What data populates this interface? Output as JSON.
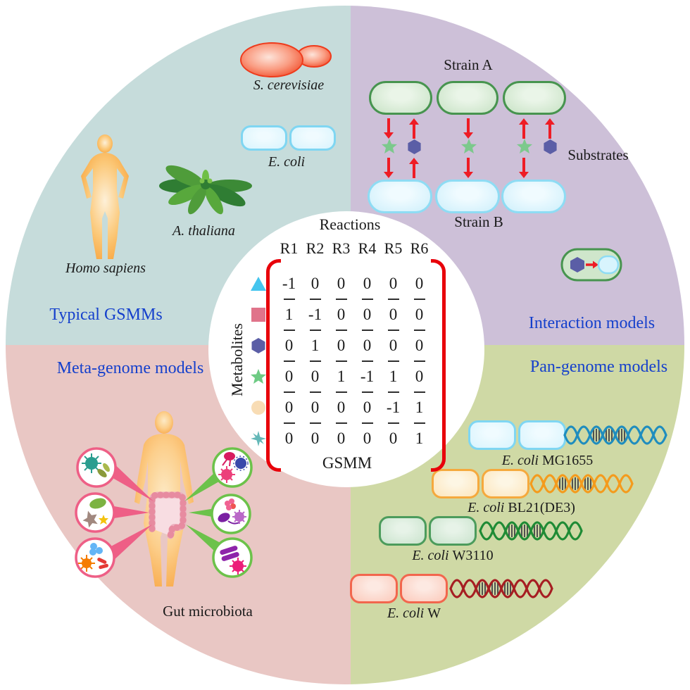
{
  "figure": {
    "description": "GSMM overview wheel with four model-type quadrants around a stoichiometric matrix"
  },
  "quadrants": {
    "typical": {
      "label": "Typical GSMMs",
      "items": [
        {
          "name": "S. cerevisiae"
        },
        {
          "name": "E. coli"
        },
        {
          "name": "A. thaliana"
        },
        {
          "name": "Homo sapiens"
        }
      ]
    },
    "interaction": {
      "label": "Interaction models",
      "strain_a": "Strain A",
      "strain_b": "Strain B",
      "substrates": "Substrates"
    },
    "pan": {
      "label": "Pan-genome models",
      "rows": [
        {
          "species": "E. coli",
          "strain": "MG1655",
          "color": "#1f8dbe"
        },
        {
          "species": "E. coli",
          "strain": "BL21(DE3)",
          "color": "#f49b1d"
        },
        {
          "species": "E. coli",
          "strain": "W3110",
          "color": "#1f8b35"
        },
        {
          "species": "E. coli",
          "strain": "W",
          "color": "#a61e22"
        }
      ]
    },
    "meta": {
      "label": "Meta-genome models",
      "caption": "Gut microbiota"
    }
  },
  "matrix": {
    "title": "Reactions",
    "row_axis": "Metabolites",
    "caption": "GSMM",
    "columns": [
      "R1",
      "R2",
      "R3",
      "R4",
      "R5",
      "R6"
    ],
    "rows": [
      {
        "icon": "triangle-metabolite-icon",
        "color": "#45c5ee",
        "values": [
          "-1",
          "0",
          "0",
          "0",
          "0",
          "0"
        ]
      },
      {
        "icon": "square-metabolite-icon",
        "color": "#e0738a",
        "values": [
          "1",
          "-1",
          "0",
          "0",
          "0",
          "0"
        ]
      },
      {
        "icon": "hexagon-metabolite-icon",
        "color": "#5b5ea6",
        "values": [
          "0",
          "1",
          "0",
          "0",
          "0",
          "0"
        ]
      },
      {
        "icon": "star-metabolite-icon",
        "color": "#6ecb84",
        "values": [
          "0",
          "0",
          "1",
          "-1",
          "1",
          "0"
        ]
      },
      {
        "icon": "circle-metabolite-icon",
        "color": "#f8dcb4",
        "values": [
          "0",
          "0",
          "0",
          "0",
          "-1",
          "1"
        ]
      },
      {
        "icon": "burst-metabolite-icon",
        "color": "#64b8b8",
        "values": [
          "0",
          "0",
          "0",
          "0",
          "0",
          "1"
        ]
      }
    ]
  },
  "colors": {
    "quadrant_typical_bg": "#c6dcdb",
    "quadrant_interaction_bg": "#cdc0d8",
    "quadrant_meta_bg": "#e9c7c4",
    "quadrant_pan_bg": "#cfd9a5",
    "label_blue": "#1540cc",
    "arrow_red": "#ee1c25",
    "bracket_red": "#e8000a"
  }
}
